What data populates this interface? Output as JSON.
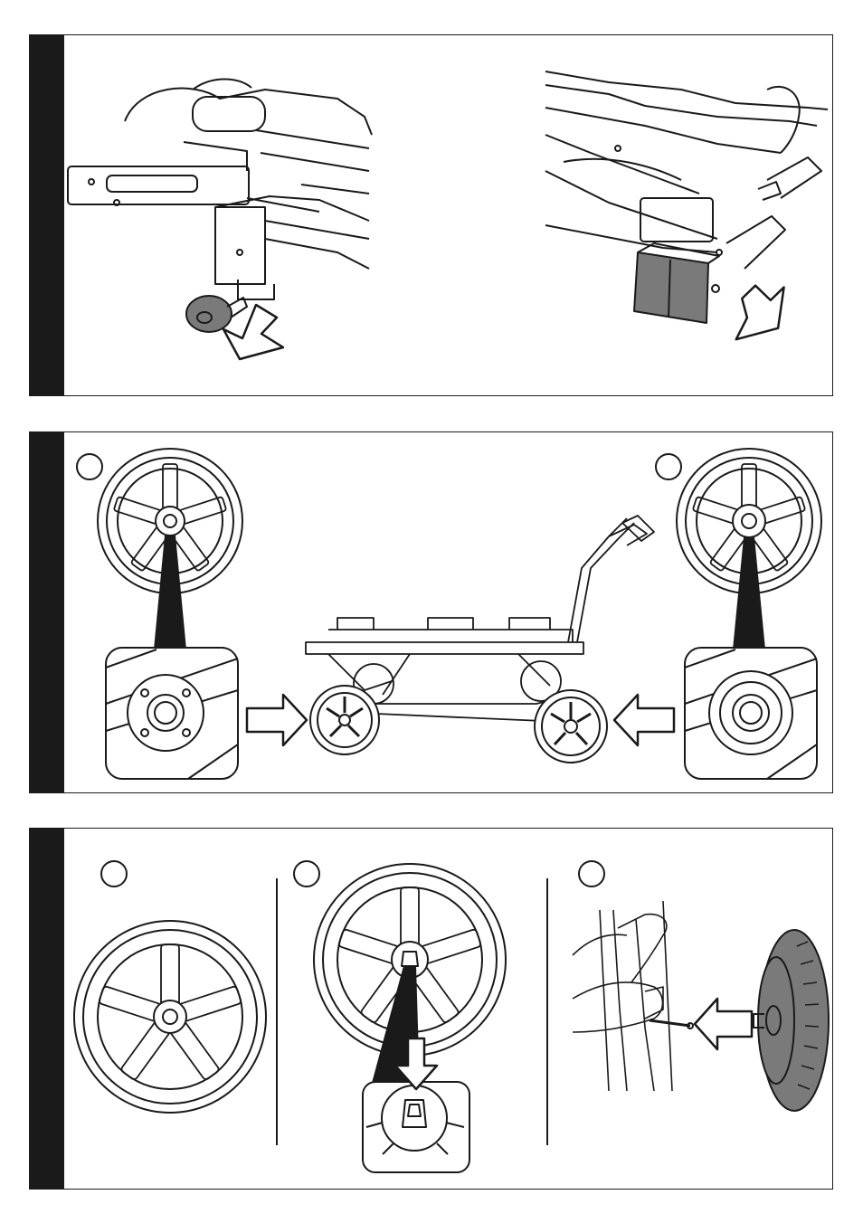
{
  "page": {
    "background": "#ffffff",
    "ink": "#1a1a1a",
    "grey_fill": "#7a7a7a"
  },
  "panels": [
    {
      "id": "remove-rear-parts",
      "icons": [
        "arrow-down-icon",
        "arrow-down-icon"
      ]
    },
    {
      "id": "wheel-types-on-chassis",
      "step_circles": 2,
      "icons": [
        "arrow-right-icon",
        "arrow-left-icon"
      ]
    },
    {
      "id": "attach-rear-wheel",
      "step_circles": 3,
      "icons": [
        "arrow-down-icon",
        "arrow-left-icon"
      ]
    }
  ]
}
